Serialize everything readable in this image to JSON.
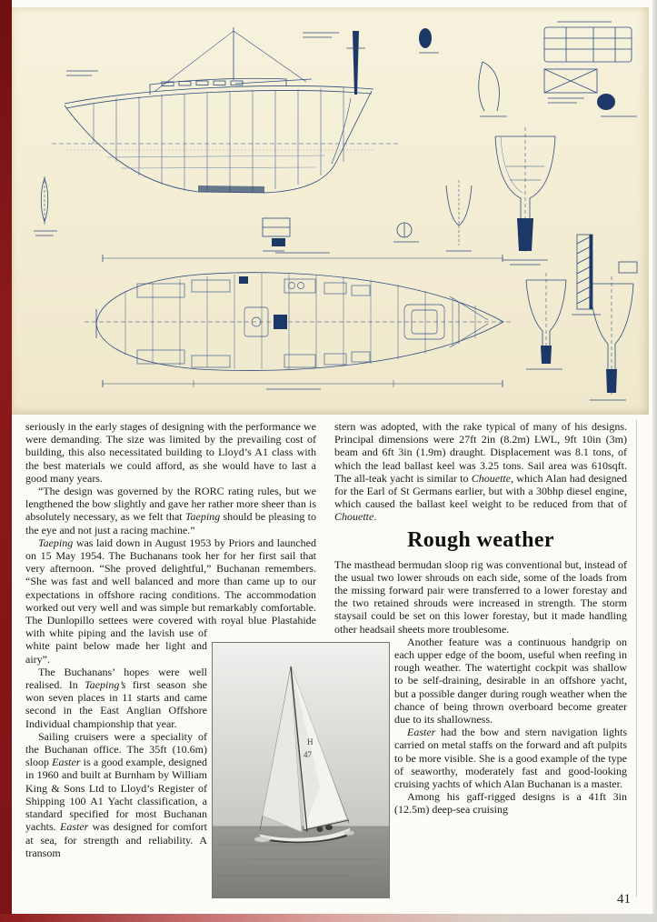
{
  "page": {
    "number": "41"
  },
  "colors": {
    "blueprint_ink": "#2c4b7e",
    "blueprint_paper": "#f5efd8",
    "page_edge_red": "#8c1a1b"
  },
  "photo": {
    "subject": "sloop Easter sailing, heeled to starboard",
    "sail_mark_top": "H",
    "sail_number": "47"
  },
  "article": {
    "heading": "Rough weather",
    "left_column": {
      "paragraphs": [
        [
          {
            "t": "seriously in the early stages of designing with the performance we were demanding. The size was limited by the prevailing cost of building, this also necessitated building to Lloyd’s A1 class with the best materials we could afford, as she would have to last a good many years."
          }
        ],
        [
          {
            "t": "“The design was governed by the RORC rating rules, but we lengthened the bow slightly and gave her rather more sheer than is absolutely necessary, as we felt that "
          },
          {
            "t": "Taeping",
            "i": true
          },
          {
            "t": " should be pleasing to the eye and not just a racing machine.”"
          }
        ],
        [
          {
            "t": "Taeping",
            "i": true
          },
          {
            "t": " was laid down in August 1953 by Priors and launched on 15 May 1954. The Buchanans took her for her first sail that very afternoon. “She proved delightful,” Buchanan remembers. “She was fast and well balanced and more than came up to our expectations in offshore racing conditions. The accommodation worked out very well and was simple but remarkably comfortable. The Dunlopillo settees were covered with royal blue Plastahide with white piping and the lavish use of white paint below made her light and airy”."
          }
        ],
        [
          {
            "t": "The Buchanans’ hopes were well realised. In "
          },
          {
            "t": "Taeping’s",
            "i": true
          },
          {
            "t": " first season she won seven places in 11 starts and came second in the East Anglian Offshore Individual championship that year."
          }
        ],
        [
          {
            "t": "Sailing cruisers were a speciality of the Buchanan office. The 35ft (10.6m) sloop "
          },
          {
            "t": "Easter",
            "i": true
          },
          {
            "t": " is a good example, designed in 1960 and built at Burnham by William King & Sons Ltd to Lloyd’s Register of Shipping 100 A1 Yacht classification, a standard specified for most Buchanan yachts. "
          },
          {
            "t": "Easter",
            "i": true
          },
          {
            "t": " was designed for comfort at sea, for strength and reliability. A transom"
          }
        ]
      ]
    },
    "right_column": {
      "paragraphs_top": [
        [
          {
            "t": "stern was adopted, with the rake typical of many of his designs. Principal dimensions were 27ft 2in (8.2m) LWL, 9ft 10in (3m) beam and 6ft 3in (1.9m) draught. Displacement was 8.1 tons, of which the lead ballast keel was 3.25 tons. Sail area was 610sqft. The all-teak yacht is similar to "
          },
          {
            "t": "Chouette",
            "i": true
          },
          {
            "t": ", which Alan had designed for the Earl of St Germans earlier, but with a 30bhp diesel engine, which caused the ballast keel weight to be reduced from that of "
          },
          {
            "t": "Chouette",
            "i": true
          },
          {
            "t": "."
          }
        ]
      ],
      "paragraphs_bottom": [
        [
          {
            "t": "The masthead bermudan sloop rig was conventional but, instead of the usual two lower shrouds on each side, some of the loads from the missing forward pair were transferred to a lower forestay and the two retained shrouds were increased in strength. The storm staysail could be set on this lower forestay, but it made handling other headsail sheets more troublesome."
          }
        ],
        [
          {
            "t": "Another feature was a continuous handgrip on each upper edge of the boom, useful when reefing in rough weather. The watertight cockpit was shallow to be self-draining, desirable in an offshore yacht, but a possible danger during rough weather when the chance of being thrown overboard become greater due to its shallowness."
          }
        ],
        [
          {
            "t": "Easter",
            "i": true
          },
          {
            "t": " had the bow and stern navigation lights carried on metal staffs on the forward and aft pulpits to be more visible. She is a good example of the type of seaworthy, moderately fast and good-looking cruising yachts of which Alan Buchanan is a master."
          }
        ],
        [
          {
            "t": "Among his gaff-rigged designs is a 41ft 3in (12.5m) deep-sea cruising"
          }
        ]
      ]
    }
  }
}
